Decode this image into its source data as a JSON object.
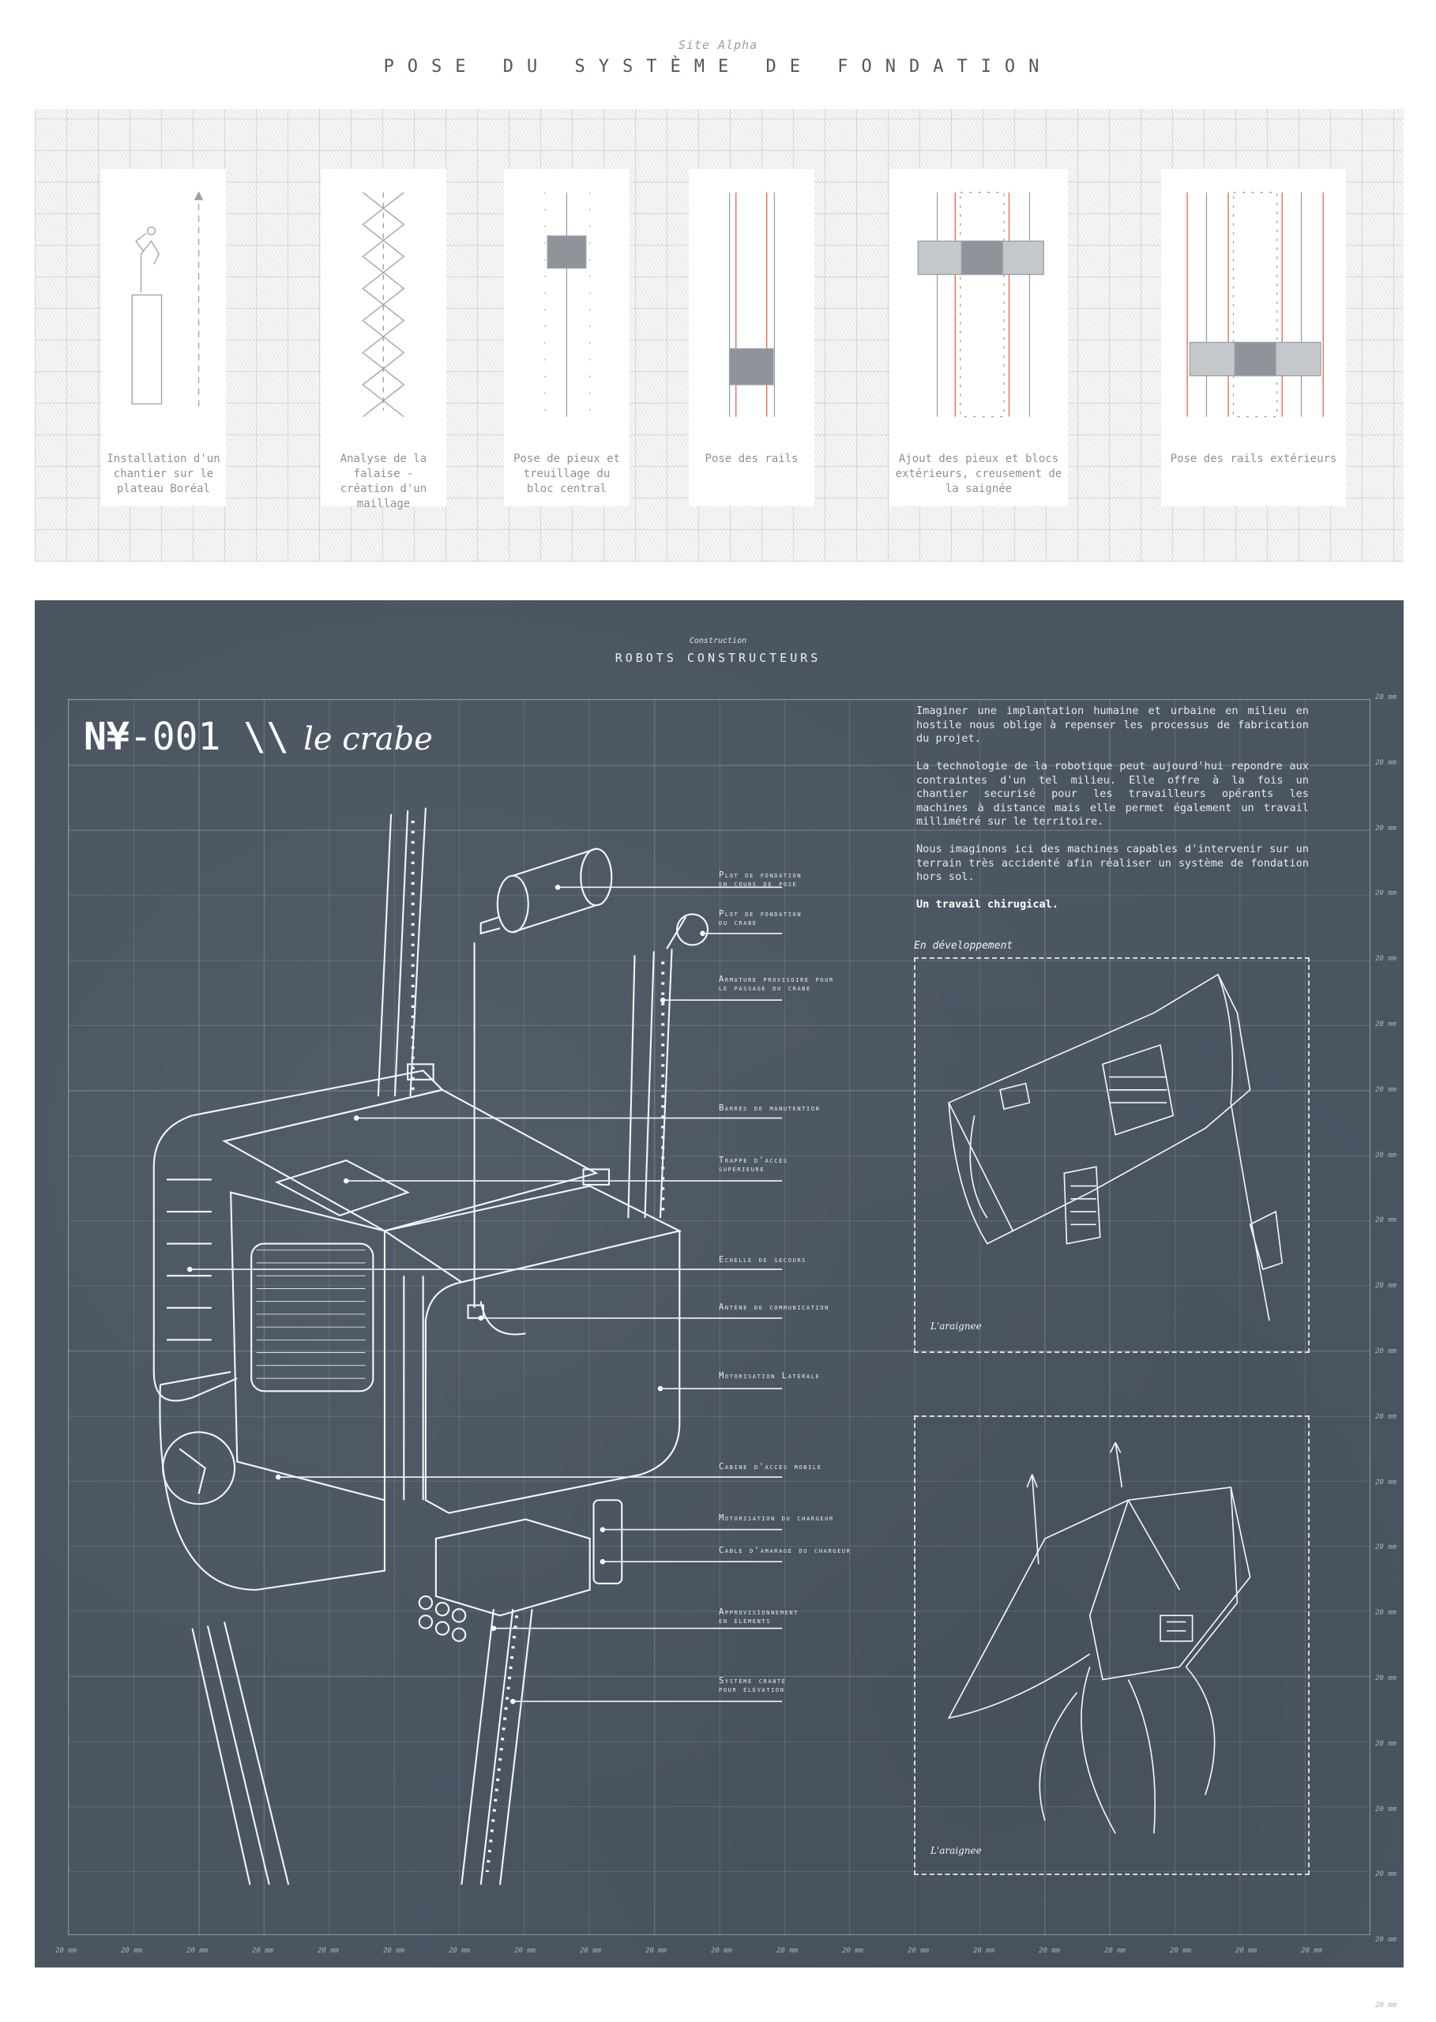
{
  "header": {
    "subtitle": "Site Alpha",
    "title": "POSE DU SYSTÈME DE FONDATION"
  },
  "steps": [
    {
      "caption": "Installation d'un chantier sur le plateau Boréal"
    },
    {
      "caption": "Analyse de la falaise - création d'un maillage"
    },
    {
      "caption": "Pose de pieux et treuillage du bloc central"
    },
    {
      "caption": "Pose des rails"
    },
    {
      "caption": "Ajout des pieux et blocs extérieurs, creusement de la saignée"
    },
    {
      "caption": "Pose des rails extérieurs"
    }
  ],
  "section": {
    "subtitle": "Construction",
    "title": "ROBOTS CONSTRUCTEURS"
  },
  "robot": {
    "code_prefix": "N¥",
    "code_number": "-001 \\\\",
    "name": "le crabe"
  },
  "description": {
    "paragraphs": [
      "Imaginer une implantation humaine et urbaine en milieu en hostile nous oblige à repenser les processus de fabrication du projet.",
      "La technologie de la robotique peut aujourd'hui repondre aux contraintes d'un tel milieu. Elle offre à la fois un chantier securisé pour les travailleurs opérants les machines à distance mais elle permet également un travail millimétré sur le territoire.",
      "Nous imaginons ici des machines capables d'intervenir sur un terrain très accidenté afin réaliser un système de fondation hors sol."
    ],
    "emphasis": "Un travail chirugical."
  },
  "development": {
    "label": "En développement",
    "sketches": [
      {
        "name": "L'araignee"
      },
      {
        "name": "L'araignee"
      }
    ]
  },
  "labels": [
    {
      "line1": "Plot de fondation",
      "line2": "en cours de pose"
    },
    {
      "line1": "Plot de fondation",
      "line2": "du crabe"
    },
    {
      "line1": "Armature provisoire pour",
      "line2": "le passage du crabe"
    },
    {
      "line1": "Barres de manutention",
      "line2": ""
    },
    {
      "line1": "Trappe d'accès",
      "line2": "supérieure"
    },
    {
      "line1": "Echelle de secours",
      "line2": ""
    },
    {
      "line1": "Antène de communication",
      "line2": ""
    },
    {
      "line1": "Motorisation Latérale",
      "line2": ""
    },
    {
      "line1": "Cabine d'accès mobile",
      "line2": ""
    },
    {
      "line1": "Motorisation du chargeur",
      "line2": ""
    },
    {
      "line1": "Cable d'amarage du chargeur",
      "line2": ""
    },
    {
      "line1": "Approvisionnement",
      "line2": "en éléments"
    },
    {
      "line1": "Système cranté",
      "line2": "pour élévation"
    }
  ],
  "scale": {
    "unit_label": "20 mm"
  },
  "colors": {
    "panel": "#4b5562",
    "accent_red": "#e0664a",
    "ink": "#4e5660"
  }
}
